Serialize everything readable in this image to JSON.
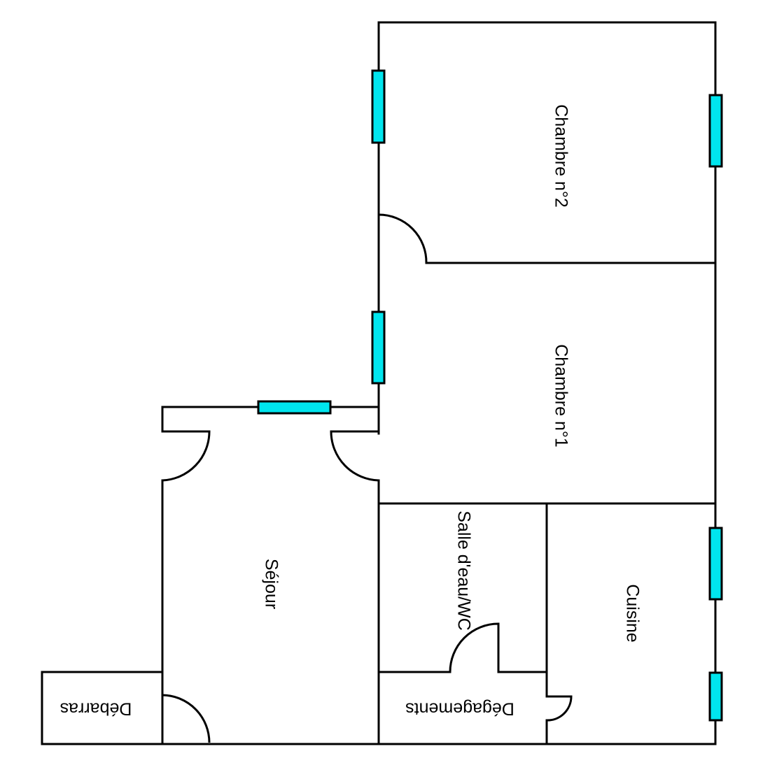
{
  "plan": {
    "rooms": {
      "chambre2": "Chambre n°2",
      "chambre1": "Chambre n°1",
      "sejour": "Séjour",
      "salle_eau": "Salle d'eau/WC",
      "cuisine": "Cuisine",
      "degagements": "Dégagements",
      "debarras": "Débarras"
    },
    "colors": {
      "wall": "#000000",
      "window": "#00e5ee",
      "background": "#ffffff"
    }
  }
}
